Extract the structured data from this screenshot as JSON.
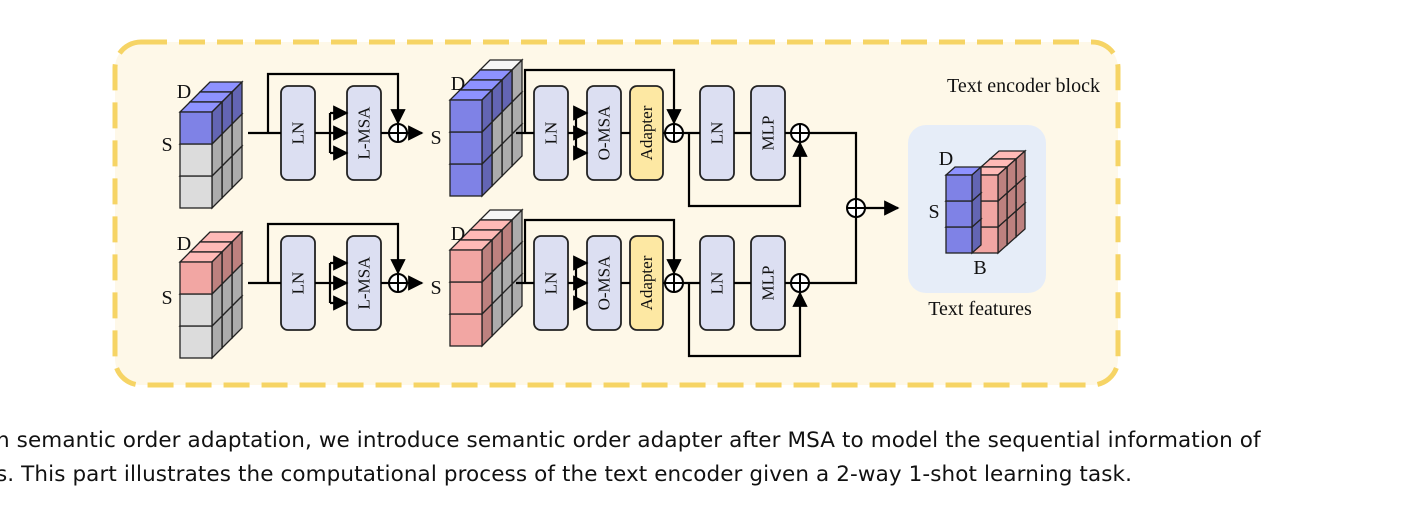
{
  "diagram": {
    "block_title": "Text encoder block",
    "features_label": "Text features",
    "dim_labels": {
      "d": "D",
      "s": "S",
      "b": "B"
    },
    "modules": {
      "ln": "LN",
      "lmsa": "L-MSA",
      "omsa": "O-MSA",
      "adapter": "Adapter",
      "mlp": "MLP"
    },
    "colors": {
      "panel_bg": "#fef8e8",
      "panel_border": "#f6d465",
      "module_fill": "#dcdff2",
      "adapter_fill": "#fde8a3",
      "features_bg": "#e6edf8",
      "cube_blue": "#7f82e6",
      "cube_pink": "#f2a6a3",
      "cube_gray": "#dcdcdc"
    }
  },
  "caption": {
    "line1": "n semantic order adaptation, we introduce semantic order adapter after MSA to model the sequential information of",
    "line2": "s. This part illustrates the computational process of the text encoder given a 2-way 1-shot learning task."
  }
}
